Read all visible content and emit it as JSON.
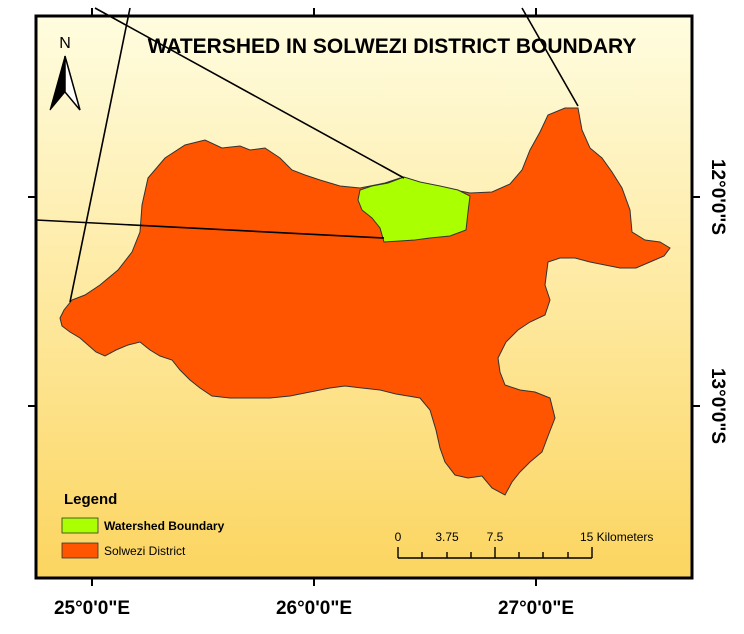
{
  "map": {
    "title": "WATERSHED IN SOLWEZI DISTRICT BOUNDARY",
    "north_arrow_label": "N",
    "x_ticks": [
      "25°0'0\"E",
      "26°0'0\"E",
      "27°0'0\"E"
    ],
    "y_ticks": [
      "12°0'0\"S",
      "13°0'0\"S"
    ],
    "colors": {
      "district": "#ff5500",
      "watershed": "#aaff00",
      "background_top": "#fffde0",
      "background_bottom": "#fcd560"
    },
    "legend": {
      "title": "Legend",
      "items": [
        {
          "label": "Watershed Boundary",
          "color": "#aaff00"
        },
        {
          "label": "Solwezi District",
          "color": "#ff5500"
        }
      ]
    },
    "scale_bar": {
      "labels": [
        "0",
        "3.75",
        "7.5",
        "15 Kilometers"
      ]
    }
  }
}
